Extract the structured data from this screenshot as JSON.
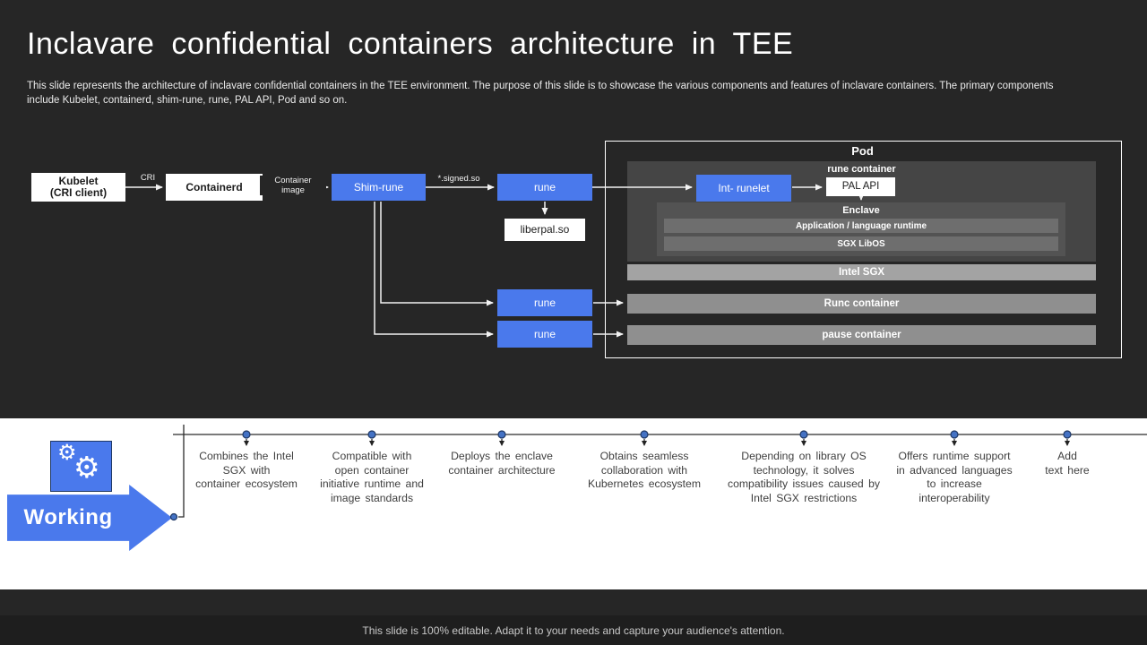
{
  "slide": {
    "title": "Inclavare confidential containers architecture in TEE",
    "subtitle": "This slide represents the architecture of inclavare confidential containers in the TEE environment. The purpose of this slide is to showcase the various components and features of inclavare containers. The primary components\ninclude Kubelet, containerd, shim-rune, rune, PAL API,  Pod and so on.",
    "footer": "This slide is 100% editable. Adapt it to your needs and capture your audience's attention."
  },
  "colors": {
    "accent_blue": "#4a79ec",
    "dot_blue": "#4472c4",
    "dot_border": "#1f3864",
    "background_dark": "#262626",
    "band_white": "#ffffff"
  },
  "diagram": {
    "nodes": {
      "kubelet": "Kubelet\n(CRI client)",
      "containerd": "Containerd",
      "shim_rune": "Shim-rune",
      "rune_main": "rune",
      "liberpal": "liberpal.so",
      "rune_runc": "rune",
      "rune_pause": "rune",
      "pod": "Pod",
      "rune_container": "rune container",
      "int_runelet": "Int- runelet",
      "pal_api": "PAL API",
      "enclave": "Enclave",
      "app_runtime": "Application / language runtime",
      "sgx_libos": "SGX LibOS",
      "intel_sgx": "Intel SGX",
      "runc_container": "Runc  container",
      "pause_container": "pause container"
    },
    "edge_labels": {
      "cri": "CRI",
      "container_image": "Container\nimage",
      "signed_so": "*.signed.so"
    }
  },
  "working": {
    "label": "Working",
    "icon": "gears-icon"
  },
  "timeline": {
    "items": [
      {
        "text": "Combines the Intel\nSGX with\ncontainer ecosystem"
      },
      {
        "text": "Compatible with\nopen container\ninitiative runtime and\nimage standards"
      },
      {
        "text": "Deploys the enclave\ncontainer architecture"
      },
      {
        "text": "Obtains seamless\ncollaboration with\nKubernetes ecosystem"
      },
      {
        "text": "Depending on library OS\ntechnology, it solves\ncompatibility issues caused by\nIntel SGX restrictions"
      },
      {
        "text": "Offers runtime support\nin advanced languages\nto increase\ninteroperability"
      },
      {
        "text": "Add\ntext here"
      }
    ]
  }
}
